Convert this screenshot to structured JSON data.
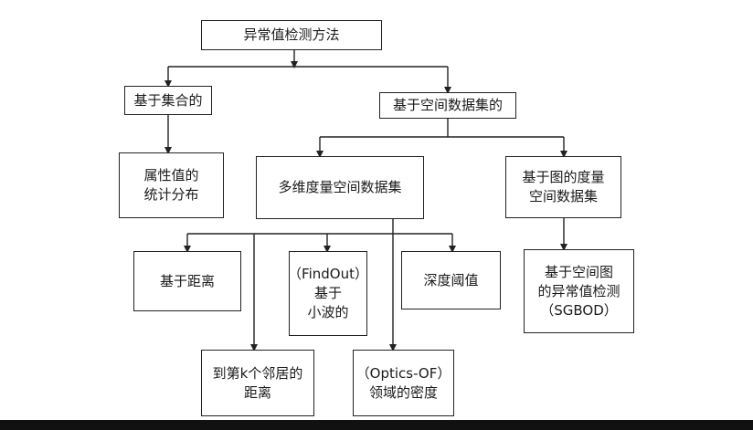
{
  "diagram": {
    "root": {
      "text": "异常值检测方法"
    },
    "set_based": {
      "text": "基于集合的"
    },
    "spatial_based": {
      "text": "基于空间数据集的"
    },
    "attr_stats": {
      "line1": "属性值的",
      "line2": "统计分布"
    },
    "multi_dim": {
      "text": "多维度量空间数据集"
    },
    "graph_metric": {
      "line1": "基于图的度量",
      "line2": "空间数据集"
    },
    "distance": {
      "text": "基于距离"
    },
    "findout": {
      "line1": "（FindOut）",
      "line2": "基于",
      "line3": "小波的"
    },
    "depth": {
      "text": "深度阈值"
    },
    "sgbod": {
      "line1": "基于空间图",
      "line2": "的异常值检测",
      "line3": "（SGBOD）"
    },
    "kth_neighbor": {
      "line1": "到第k个邻居的",
      "line2": "距离"
    },
    "optics_of": {
      "line1": "（Optics-OF）",
      "line2": "领域的密度"
    }
  }
}
